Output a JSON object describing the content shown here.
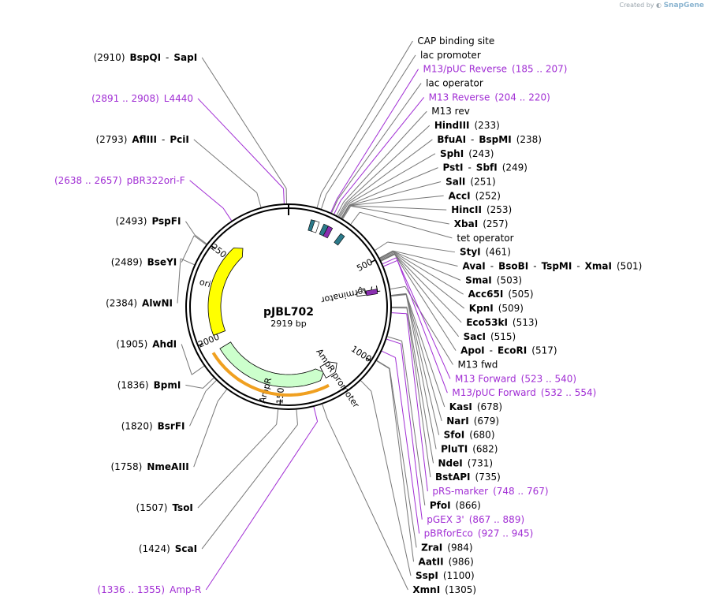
{
  "credit": {
    "prefix": "Created by",
    "brand": "SnapGene"
  },
  "plasmid": {
    "name": "pJBL702",
    "size": "2919 bp",
    "length": 2919
  },
  "colors": {
    "enzyme_text": "#000000",
    "primer_text": "#a12ed4",
    "primer_line": "#a12ed4",
    "enzyme_line": "#777777",
    "feature_box_blue": "#a5ccdb",
    "feature_box_pink": "#e8a8ee",
    "ori": "#ffff00",
    "ampr": "#ccffcc",
    "primer_bar": "#f0a020"
  },
  "ticks": [
    {
      "label": "500",
      "pos": 500
    },
    {
      "label": "1000",
      "pos": 1000
    },
    {
      "label": "1500",
      "pos": 1500
    },
    {
      "label": "2000",
      "pos": 2000
    },
    {
      "label": "2500",
      "pos": 2500
    }
  ],
  "map_features": [
    {
      "name": "ori",
      "start": 2020,
      "end": 2610,
      "dir": "cw",
      "color": "#ffff00"
    },
    {
      "name": "AmpR",
      "start": 1230,
      "end": 1935,
      "dir": "ccw",
      "color": "#ccffcc"
    },
    {
      "name": "AmpR promoter",
      "start": 1130,
      "end": 1235,
      "dir": "ccw",
      "color": "#ffffff"
    },
    {
      "name": "T7 terminator",
      "start": 605,
      "end": 660,
      "dir": "ccw",
      "color": "#ffffff"
    }
  ],
  "feature_marks": [
    {
      "pos": 130,
      "color": "#2c7a8a",
      "name": "CAP binding site"
    },
    {
      "pos": 150,
      "color": "#ffffff",
      "name": "lac promoter"
    },
    {
      "pos": 200,
      "color": "#2c7a8a",
      "name": "lac operator"
    },
    {
      "pos": 225,
      "color": "#8a2fb0",
      "name": "M13 rev"
    },
    {
      "pos": 300,
      "color": "#2c7a8a",
      "name": "tet operator"
    },
    {
      "pos": 650,
      "color": "#8a2fb0",
      "name": "M13 fwd"
    }
  ],
  "labels_left": [
    {
      "type": "enzyme",
      "parts": [
        "(2910)",
        "BspQI",
        "-",
        "SapI"
      ],
      "pos": 2910
    },
    {
      "type": "primer",
      "parts": [
        "(2891 .. 2908)",
        "L4440"
      ],
      "pos": 2899
    },
    {
      "type": "enzyme",
      "parts": [
        "(2793)",
        "AflIII",
        "-",
        "PciI"
      ],
      "pos": 2793
    },
    {
      "type": "primer",
      "parts": [
        "(2638 .. 2657)",
        "pBR322ori-F"
      ],
      "pos": 2647
    },
    {
      "type": "enzyme",
      "parts": [
        "(2493)",
        "PspFI"
      ],
      "pos": 2493
    },
    {
      "type": "enzyme",
      "parts": [
        "(2489)",
        "BseYI"
      ],
      "pos": 2489
    },
    {
      "type": "enzyme",
      "parts": [
        "(2384)",
        "AlwNI"
      ],
      "pos": 2384
    },
    {
      "type": "enzyme",
      "parts": [
        "(1905)",
        "AhdI"
      ],
      "pos": 1905
    },
    {
      "type": "enzyme",
      "parts": [
        "(1836)",
        "BpmI"
      ],
      "pos": 1836
    },
    {
      "type": "enzyme",
      "parts": [
        "(1820)",
        "BsrFI"
      ],
      "pos": 1820
    },
    {
      "type": "enzyme",
      "parts": [
        "(1758)",
        "NmeAIII"
      ],
      "pos": 1758
    },
    {
      "type": "enzyme",
      "parts": [
        "(1507)",
        "TsoI"
      ],
      "pos": 1507
    },
    {
      "type": "enzyme",
      "parts": [
        "(1424)",
        "ScaI"
      ],
      "pos": 1424
    },
    {
      "type": "primer",
      "parts": [
        "(1336 .. 1355)",
        "Amp-R"
      ],
      "pos": 1345
    }
  ],
  "labels_right": [
    {
      "type": "box",
      "parts": [
        "CAP binding site"
      ],
      "fill": "#a5ccdb",
      "pos": 130
    },
    {
      "type": "box",
      "parts": [
        "lac promoter"
      ],
      "fill": "#ffffff",
      "pos": 150
    },
    {
      "type": "primer",
      "parts": [
        "M13/pUC Reverse",
        "(185 .. 207)"
      ],
      "pos": 196
    },
    {
      "type": "box",
      "parts": [
        "lac operator"
      ],
      "fill": "#a5ccdb",
      "pos": 200
    },
    {
      "type": "primer",
      "parts": [
        "M13 Reverse",
        "(204 .. 220)"
      ],
      "pos": 212
    },
    {
      "type": "box",
      "parts": [
        "M13 rev"
      ],
      "fill": "#e8a8ee",
      "pos": 225
    },
    {
      "type": "enzyme",
      "parts": [
        "HindIII",
        "(233)"
      ],
      "pos": 233
    },
    {
      "type": "enzyme",
      "parts": [
        "BfuAI",
        "-",
        "BspMI",
        "(238)"
      ],
      "pos": 238
    },
    {
      "type": "enzyme",
      "parts": [
        "SphI",
        "(243)"
      ],
      "pos": 243
    },
    {
      "type": "enzyme",
      "parts": [
        "PstI",
        "-",
        "SbfI",
        "(249)"
      ],
      "pos": 249
    },
    {
      "type": "enzyme",
      "parts": [
        "SalI",
        "(251)"
      ],
      "pos": 251
    },
    {
      "type": "enzyme",
      "parts": [
        "AccI",
        "(252)"
      ],
      "pos": 252
    },
    {
      "type": "enzyme",
      "parts": [
        "HincII",
        "(253)"
      ],
      "pos": 253
    },
    {
      "type": "enzyme",
      "parts": [
        "XbaI",
        "(257)"
      ],
      "pos": 257
    },
    {
      "type": "box",
      "parts": [
        "tet operator"
      ],
      "fill": "#a5ccdb",
      "pos": 300
    },
    {
      "type": "enzyme",
      "parts": [
        "StyI",
        "(461)"
      ],
      "pos": 461
    },
    {
      "type": "enzyme",
      "parts": [
        "AvaI",
        "-",
        "BsoBI",
        "-",
        "TspMI",
        "-",
        "XmaI",
        "(501)"
      ],
      "pos": 501
    },
    {
      "type": "enzyme",
      "parts": [
        "SmaI",
        "(503)"
      ],
      "pos": 503
    },
    {
      "type": "enzyme",
      "parts": [
        "Acc65I",
        "(505)"
      ],
      "pos": 505
    },
    {
      "type": "enzyme",
      "parts": [
        "KpnI",
        "(509)"
      ],
      "pos": 509
    },
    {
      "type": "enzyme",
      "parts": [
        "Eco53kI",
        "(513)"
      ],
      "pos": 513
    },
    {
      "type": "enzyme",
      "parts": [
        "SacI",
        "(515)"
      ],
      "pos": 515
    },
    {
      "type": "enzyme",
      "parts": [
        "ApoI",
        "-",
        "EcoRI",
        "(517)"
      ],
      "pos": 517
    },
    {
      "type": "box",
      "parts": [
        "M13 fwd"
      ],
      "fill": "#e8a8ee",
      "pos": 650
    },
    {
      "type": "primer",
      "parts": [
        "M13 Forward",
        "(523 .. 540)"
      ],
      "pos": 531
    },
    {
      "type": "primer",
      "parts": [
        "M13/pUC Forward",
        "(532 .. 554)"
      ],
      "pos": 543
    },
    {
      "type": "enzyme",
      "parts": [
        "KasI",
        "(678)"
      ],
      "pos": 678
    },
    {
      "type": "enzyme",
      "parts": [
        "NarI",
        "(679)"
      ],
      "pos": 679
    },
    {
      "type": "enzyme",
      "parts": [
        "SfoI",
        "(680)"
      ],
      "pos": 680
    },
    {
      "type": "enzyme",
      "parts": [
        "PluTI",
        "(682)"
      ],
      "pos": 682
    },
    {
      "type": "enzyme",
      "parts": [
        "NdeI",
        "(731)"
      ],
      "pos": 731
    },
    {
      "type": "enzyme",
      "parts": [
        "BstAPI",
        "(735)"
      ],
      "pos": 735
    },
    {
      "type": "primer",
      "parts": [
        "pRS-marker",
        "(748 .. 767)"
      ],
      "pos": 757
    },
    {
      "type": "enzyme",
      "parts": [
        "PfoI",
        "(866)"
      ],
      "pos": 866
    },
    {
      "type": "primer",
      "parts": [
        "pGEX 3'",
        "(867 .. 889)"
      ],
      "pos": 878
    },
    {
      "type": "primer",
      "parts": [
        "pBRforEco",
        "(927 .. 945)"
      ],
      "pos": 936
    },
    {
      "type": "enzyme",
      "parts": [
        "ZraI",
        "(984)"
      ],
      "pos": 984
    },
    {
      "type": "enzyme",
      "parts": [
        "AatII",
        "(986)"
      ],
      "pos": 986
    },
    {
      "type": "enzyme",
      "parts": [
        "SspI",
        "(1100)"
      ],
      "pos": 1100
    },
    {
      "type": "enzyme",
      "parts": [
        "XmnI",
        "(1305)"
      ],
      "pos": 1305
    }
  ]
}
